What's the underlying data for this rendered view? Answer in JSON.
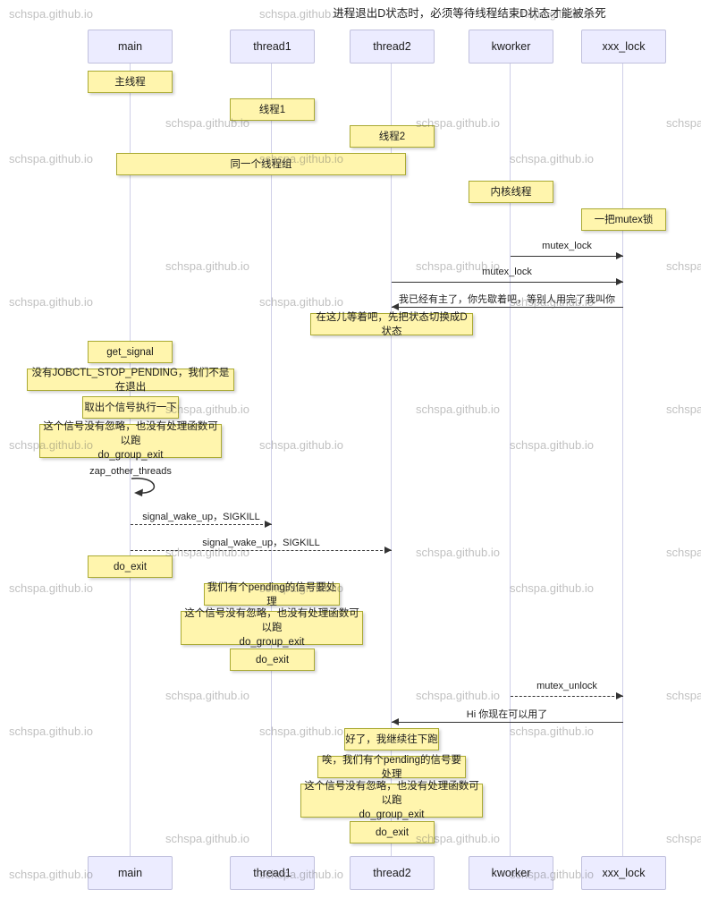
{
  "title": "进程退出D状态时，必须等待线程结束D状态才能被杀死",
  "watermark": {
    "text": "schspa.github.io"
  },
  "actors": [
    {
      "id": "main",
      "label": "main"
    },
    {
      "id": "thread1",
      "label": "thread1"
    },
    {
      "id": "thread2",
      "label": "thread2"
    },
    {
      "id": "kworker",
      "label": "kworker"
    },
    {
      "id": "xxx_lock",
      "label": "xxx_lock"
    }
  ],
  "notes": [
    {
      "over": "main",
      "text": "主线程"
    },
    {
      "over": "thread1",
      "text": "线程1"
    },
    {
      "over": "thread2",
      "text": "线程2"
    },
    {
      "over": "main,thread2",
      "text": "同一个线程组"
    },
    {
      "over": "kworker",
      "text": "内核线程"
    },
    {
      "over": "xxx_lock",
      "text": "一把mutex锁"
    },
    {
      "over": "thread2",
      "text": "在这儿等着吧，先把状态切换成D状态"
    },
    {
      "over": "main",
      "text": "get_signal"
    },
    {
      "over": "main",
      "text": "没有JOBCTL_STOP_PENDING，我们不是在退出"
    },
    {
      "over": "main",
      "text": "取出个信号执行一下"
    },
    {
      "over": "main",
      "text": "这个信号没有忽略，也没有处理函数可以跑\ndo_group_exit"
    },
    {
      "over": "main",
      "text": "do_exit"
    },
    {
      "over": "thread1",
      "text": "我们有个pending的信号要处理"
    },
    {
      "over": "thread1",
      "text": "这个信号没有忽略，也没有处理函数可以跑\ndo_group_exit"
    },
    {
      "over": "thread1",
      "text": "do_exit"
    },
    {
      "over": "thread2",
      "text": "好了，我继续往下跑"
    },
    {
      "over": "thread2",
      "text": "唉，我们有个pending的信号要处理"
    },
    {
      "over": "thread2",
      "text": "这个信号没有忽略，也没有处理函数可以跑\ndo_group_exit"
    },
    {
      "over": "thread2",
      "text": "do_exit"
    }
  ],
  "messages": [
    {
      "from": "kworker",
      "to": "xxx_lock",
      "style": "solid",
      "label": "mutex_lock"
    },
    {
      "from": "thread2",
      "to": "xxx_lock",
      "style": "solid",
      "label": "mutex_lock"
    },
    {
      "from": "xxx_lock",
      "to": "thread2",
      "style": "solid",
      "label": "我已经有主了，你先歇着吧，等别人用完了我叫你"
    },
    {
      "from": "main",
      "to": "thread1",
      "style": "dotted",
      "label": "signal_wake_up，SIGKILL"
    },
    {
      "from": "main",
      "to": "thread2",
      "style": "dotted",
      "label": "signal_wake_up，SIGKILL"
    },
    {
      "from": "kworker",
      "to": "xxx_lock",
      "style": "dotted",
      "label": "mutex_unlock"
    },
    {
      "from": "xxx_lock",
      "to": "thread2",
      "style": "solid",
      "label": "Hi 你现在可以用了"
    }
  ],
  "self_message": {
    "on": "main",
    "label": "zap_other_threads"
  },
  "colors": {
    "note_fill": "#fff5ad",
    "note_border": "#aaaa33",
    "actor_fill": "#ececff",
    "actor_border": "#c0c0dd",
    "lifeline": "#cfcfe8",
    "arrow": "#333333"
  }
}
